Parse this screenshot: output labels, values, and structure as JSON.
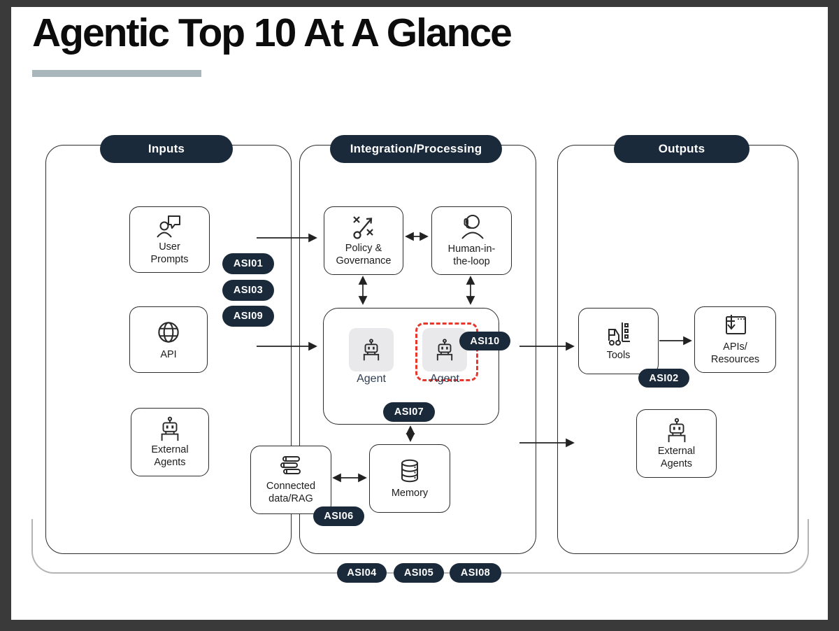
{
  "title": "Agentic Top 10 At A Glance",
  "sections": {
    "inputs": {
      "label": "Inputs"
    },
    "integration": {
      "label": "Integration/Processing"
    },
    "outputs": {
      "label": "Outputs"
    }
  },
  "nodes": {
    "user_prompts": {
      "label": "User\nPrompts",
      "icon": "user-prompt-icon"
    },
    "api": {
      "label": "API",
      "icon": "globe-icon"
    },
    "external_agents_in": {
      "label": "External\nAgents",
      "icon": "robot-icon"
    },
    "policy": {
      "label": "Policy &\nGovernance",
      "icon": "strategy-icon"
    },
    "hitl": {
      "label": "Human-in-\nthe-loop",
      "icon": "headset-person-icon"
    },
    "agent_left": {
      "label": "Agent",
      "icon": "robot-icon"
    },
    "agent_right": {
      "label": "Agent",
      "icon": "robot-icon"
    },
    "connected_data": {
      "label": "Connected\ndata/RAG",
      "icon": "books-icon"
    },
    "memory": {
      "label": "Memory",
      "icon": "database-icon"
    },
    "tools": {
      "label": "Tools",
      "icon": "forklift-icon"
    },
    "apis_resources": {
      "label": "APIs/\nResources",
      "icon": "browser-download-icon"
    },
    "external_agents_out": {
      "label": "External\nAgents",
      "icon": "robot-icon"
    }
  },
  "badges": {
    "asi01": "ASI01",
    "asi02": "ASI02",
    "asi03": "ASI03",
    "asi04": "ASI04",
    "asi05": "ASI05",
    "asi06": "ASI06",
    "asi07": "ASI07",
    "asi08": "ASI08",
    "asi09": "ASI09",
    "asi10": "ASI10"
  },
  "colors": {
    "navy": "#1a2a3a",
    "red_highlight": "#e8372c",
    "underline": "#a9b6bb",
    "frame": "#3a3a3a",
    "agent_tile": "#e9e9eb"
  }
}
